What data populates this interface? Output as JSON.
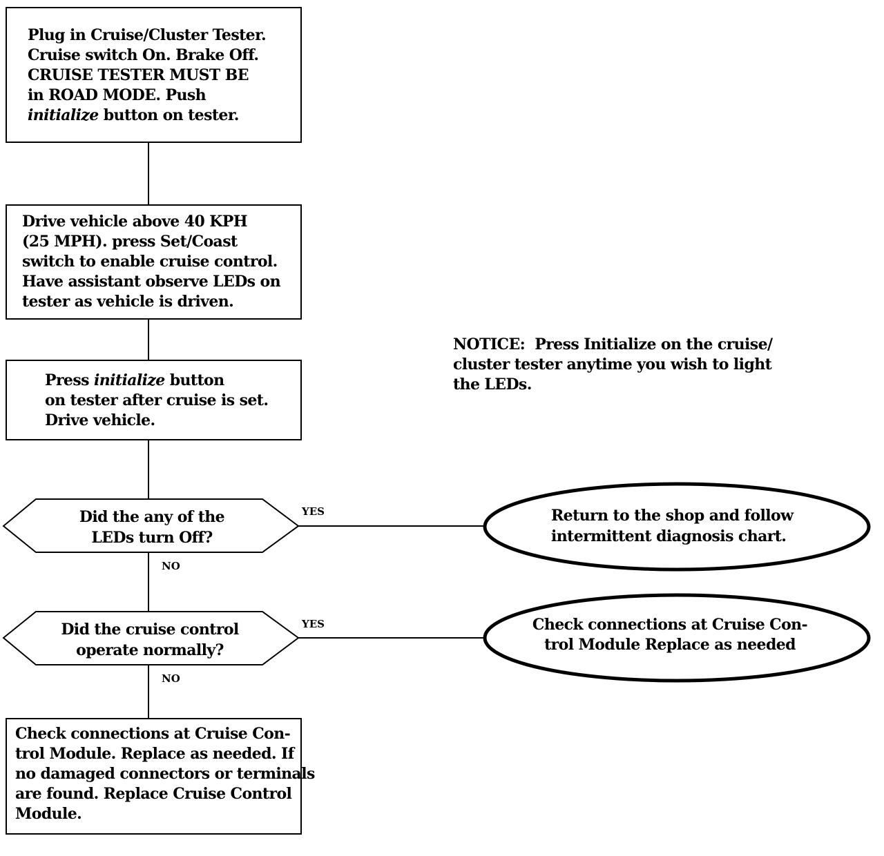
{
  "steps": {
    "step1": {
      "lines": [
        [
          {
            "t": "Plug in Cruise/Cluster Tester."
          }
        ],
        [
          {
            "t": "Cruise switch On. Brake Off."
          }
        ],
        [
          {
            "t": "CRUISE TESTER MUST BE"
          }
        ],
        [
          {
            "t": "in ROAD MODE. Push"
          }
        ],
        [
          {
            "t": "initialize",
            "i": true
          },
          {
            "t": " button on tester."
          }
        ]
      ]
    },
    "step2": {
      "lines": [
        [
          {
            "t": "Drive vehicle above 40 KPH"
          }
        ],
        [
          {
            "t": "(25 MPH). press Set/Coast"
          }
        ],
        [
          {
            "t": "switch to enable cruise control."
          }
        ],
        [
          {
            "t": "Have assistant observe LEDs on"
          }
        ],
        [
          {
            "t": "tester as vehicle is driven."
          }
        ]
      ]
    },
    "step3": {
      "lines": [
        [
          {
            "t": "Press "
          },
          {
            "t": "initialize",
            "i": true
          },
          {
            "t": " button"
          }
        ],
        [
          {
            "t": "on tester after cruise is set."
          }
        ],
        [
          {
            "t": "Drive vehicle."
          }
        ]
      ]
    },
    "final_step": {
      "lines": [
        [
          {
            "t": "Check connections at Cruise Con-"
          }
        ],
        [
          {
            "t": "trol Module. Replace as needed. If"
          }
        ],
        [
          {
            "t": "no damaged connectors or terminals"
          }
        ],
        [
          {
            "t": "are found. Replace Cruise Control"
          }
        ],
        [
          {
            "t": "Module."
          }
        ]
      ]
    }
  },
  "decisions": {
    "decision1": {
      "lines": [
        [
          {
            "t": "Did the any of the"
          }
        ],
        [
          {
            "t": "LEDs turn Off?"
          }
        ]
      ],
      "yes_label": "YES",
      "no_label": "NO"
    },
    "decision2": {
      "lines": [
        [
          {
            "t": "Did the cruise control"
          }
        ],
        [
          {
            "t": "operate normally?"
          }
        ]
      ],
      "yes_label": "YES",
      "no_label": "NO"
    }
  },
  "outcomes": {
    "outcome1": {
      "lines": [
        [
          {
            "t": "Return to the shop and follow"
          }
        ],
        [
          {
            "t": "intermittent diagnosis chart."
          }
        ]
      ]
    },
    "outcome2": {
      "lines": [
        [
          {
            "t": "Check connections at Cruise Con-"
          }
        ],
        [
          {
            "t": "trol Module Replace as needed"
          }
        ]
      ]
    }
  },
  "notice": {
    "lines": [
      [
        {
          "t": "NOTICE:  Press Initialize on the cruise/"
        }
      ],
      [
        {
          "t": "cluster tester anytime you wish to light"
        }
      ],
      [
        {
          "t": "the LEDs."
        }
      ]
    ]
  },
  "colors": {
    "ink": "#000000",
    "background": "#ffffff"
  }
}
